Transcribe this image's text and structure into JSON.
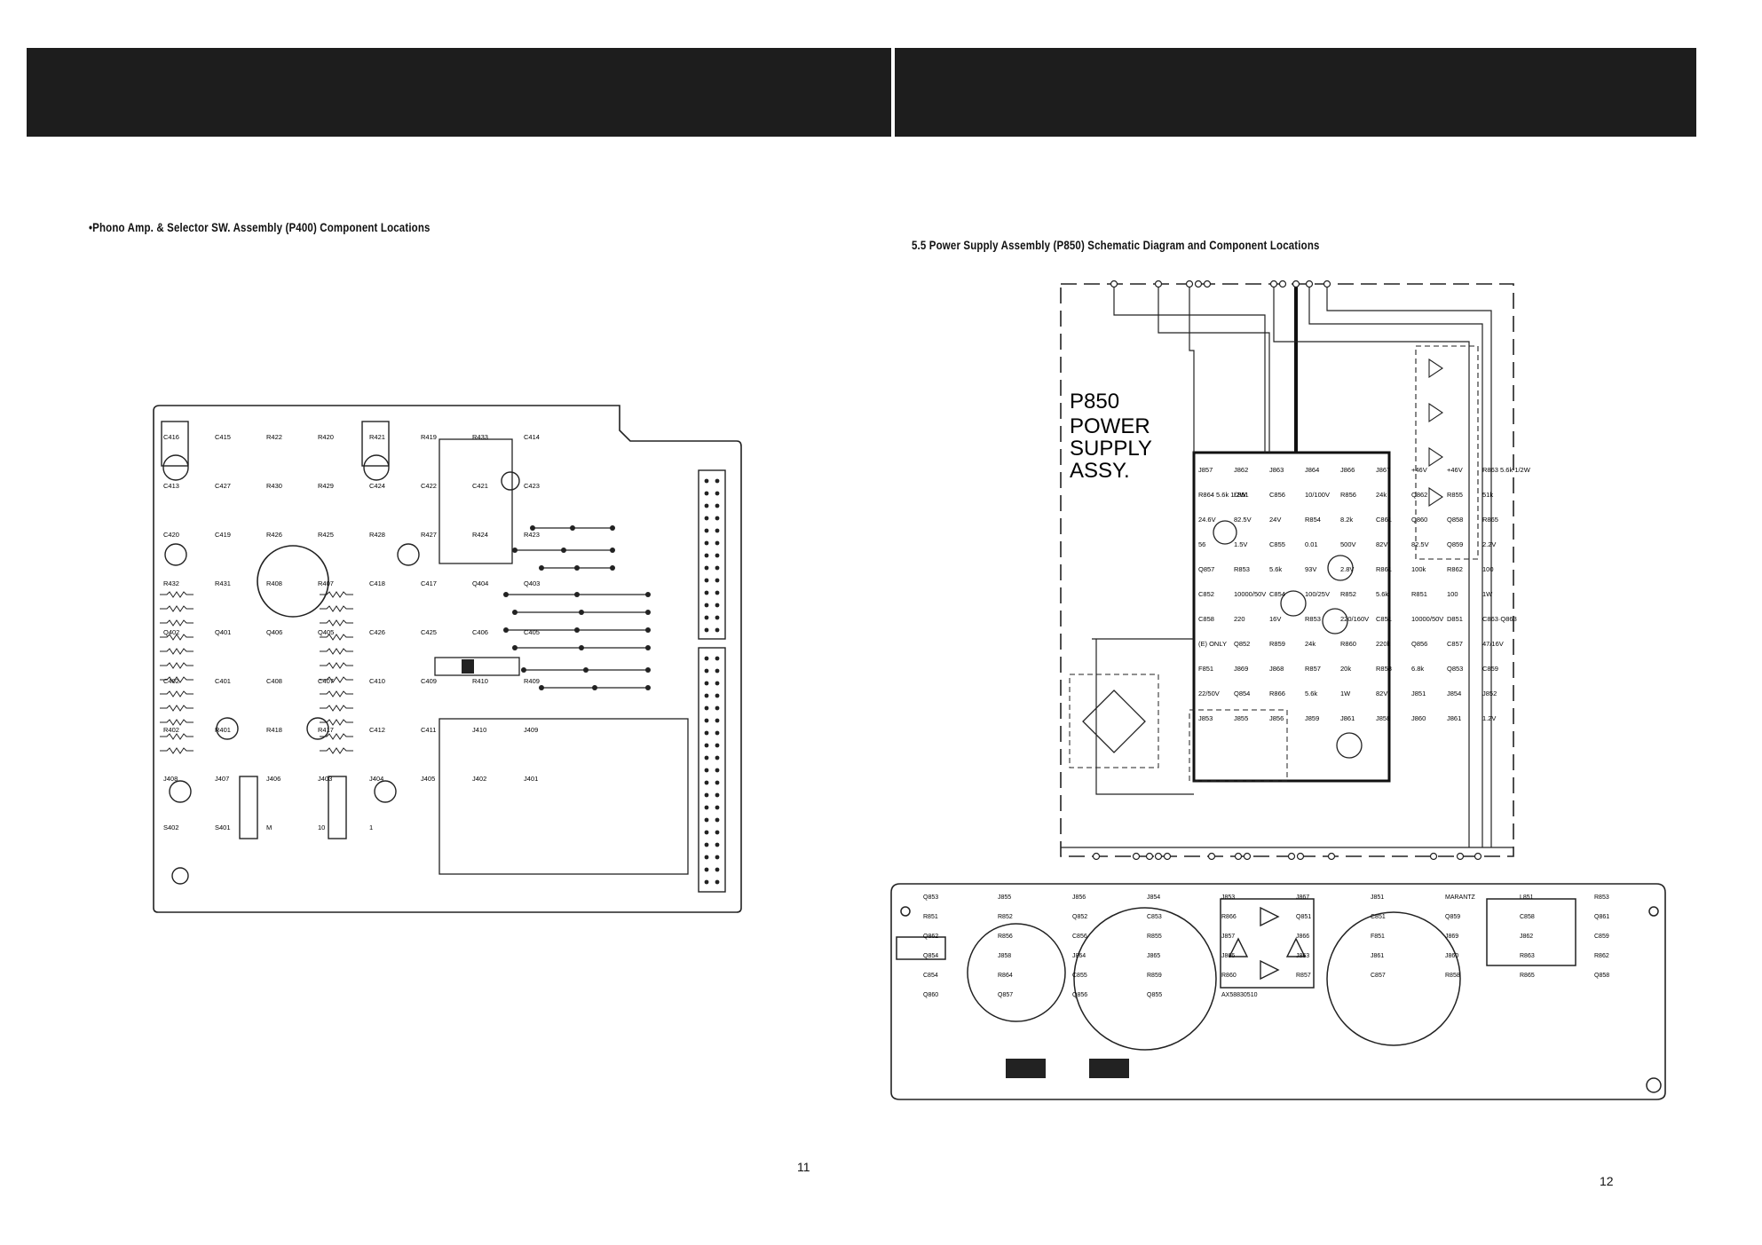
{
  "left_page": {
    "heading": "•Phono Amp. & Selector SW. Assembly (P400) Component Locations",
    "page_number": "11",
    "pcb_labels": [
      "C416",
      "C415",
      "R422",
      "R420",
      "R421",
      "R419",
      "R433",
      "C414",
      "C413",
      "C427",
      "R430",
      "R429",
      "C424",
      "C422",
      "C421",
      "C423",
      "C420",
      "C419",
      "R426",
      "R425",
      "R428",
      "R427",
      "R424",
      "R423",
      "R432",
      "R431",
      "R408",
      "R407",
      "C418",
      "C417",
      "Q404",
      "Q403",
      "Q402",
      "Q401",
      "Q406",
      "Q405",
      "C426",
      "C425",
      "C406",
      "C405",
      "C402",
      "C401",
      "C408",
      "C407",
      "C410",
      "C409",
      "R410",
      "R409",
      "R402",
      "R401",
      "R418",
      "R417",
      "C412",
      "C411",
      "J410",
      "J409",
      "J408",
      "J407",
      "J406",
      "J403",
      "J404",
      "J405",
      "J402",
      "J401",
      "S402",
      "S401",
      "M",
      "10",
      "1"
    ]
  },
  "right_page": {
    "heading": "5.5 Power Supply Assembly (P850) Schematic Diagram and Component Locations",
    "page_number": "12",
    "title_block": [
      "P850",
      "POWER",
      "SUPPLY",
      "ASSY."
    ],
    "schematic_labels": [
      "J857",
      "J862",
      "J863",
      "J864",
      "J866",
      "J867",
      "+46V",
      "+46V",
      "R863 5.6k 1/2W",
      "R864 5.6k 1/2W",
      "L851",
      "C856",
      "10/100V",
      "R856",
      "24k",
      "Q862",
      "R855",
      "51k",
      "24.6V",
      "82.5V",
      "24V",
      "R854",
      "8.2k",
      "C861",
      "Q860",
      "Q858",
      "R865",
      "56",
      "1.5V",
      "C855",
      "0.01",
      "500V",
      "82V",
      "82.5V",
      "Q859",
      "2.2V",
      "Q857",
      "R853",
      "5.6k",
      "93V",
      "2.8V",
      "R861",
      "100k",
      "R862",
      "100",
      "C852",
      "10000/50V",
      "C854",
      "100/25V",
      "R852",
      "5.6k",
      "R851",
      "100",
      "1W",
      "C858",
      "220",
      "16V",
      "R853",
      "220/160V",
      "C851",
      "10000/50V",
      "D851",
      "C863·Q863",
      "(E) ONLY",
      "Q852",
      "R859",
      "24k",
      "R860",
      "220k",
      "Q856",
      "C857",
      "47/16V",
      "F851",
      "J869",
      "J868",
      "R857",
      "20k",
      "R858",
      "6.8k",
      "Q853",
      "C859",
      "22/50V",
      "Q854",
      "R866",
      "5.6k",
      "1W",
      "82V",
      "J851",
      "J854",
      "J852",
      "J853",
      "J855",
      "J856",
      "J859",
      "J861",
      "J858",
      "J860",
      "J861",
      "1.2V"
    ],
    "pcb_labels": [
      "Q853",
      "J855",
      "J856",
      "J854",
      "J853",
      "J867",
      "J851",
      "MARANTZ",
      "L851",
      "R853",
      "R851",
      "R852",
      "Q852",
      "C853",
      "R866",
      "Q851",
      "C851",
      "Q859",
      "C858",
      "Q861",
      "Q862",
      "R856",
      "C856",
      "R855",
      "J857",
      "J866",
      "F851",
      "J869",
      "J862",
      "C859",
      "Q854",
      "J858",
      "J864",
      "J865",
      "J866",
      "J863",
      "J861",
      "J860",
      "R863",
      "R862",
      "C854",
      "R864",
      "C855",
      "R859",
      "R860",
      "R857",
      "C857",
      "R858",
      "R865",
      "Q858",
      "Q860",
      "Q857",
      "Q856",
      "Q855",
      "AX58830510"
    ]
  }
}
